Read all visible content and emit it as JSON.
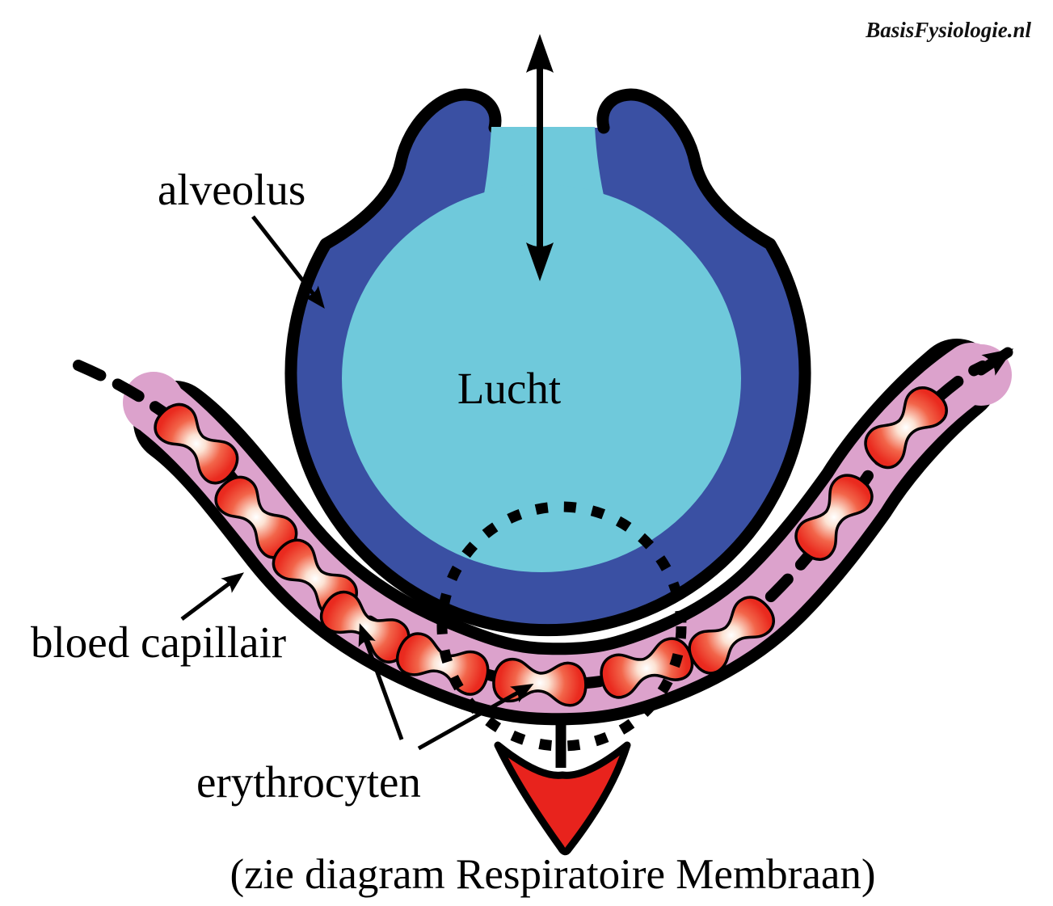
{
  "watermark": "BasisFysiologie.nl",
  "labels": {
    "alveolus": "alveolus",
    "air": "Lucht",
    "capillary": "bloed capillair",
    "erythrocytes": "erythrocyten",
    "caption": "(zie diagram Respiratoire Membraan)"
  },
  "colors": {
    "outline": "#000000",
    "alveolus_wall": "#3A50A3",
    "air": "#6FC9DB",
    "capillary": "#DCA2CC",
    "erythrocyte": "#E8231D",
    "membrane_pointer_arrow": "#E8231D",
    "background": "#FFFFFF"
  },
  "icons": {
    "airflow": "double-headed-arrow",
    "blood_flow": "dashed-arrow",
    "respiratory_membrane": "dashed-circle"
  }
}
